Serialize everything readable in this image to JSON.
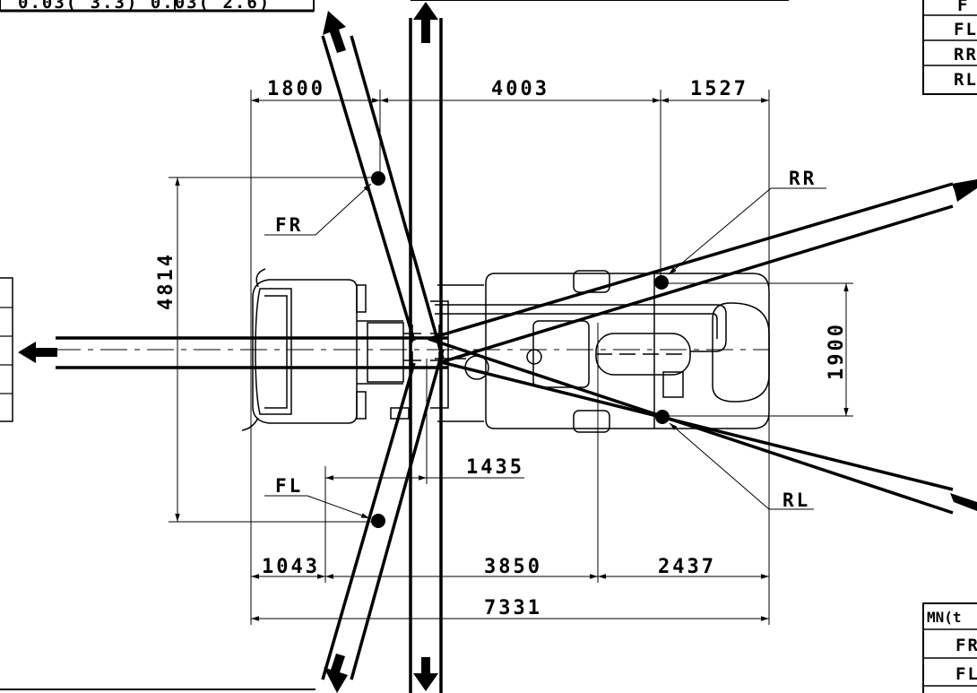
{
  "dimensions": {
    "front_overhang": "1800",
    "wheelbase_top": "4003",
    "rear_top": "1527",
    "outrigger_span": "4814",
    "track_width": "1900",
    "outrigger_offset": "1435",
    "front_bottom": "1043",
    "mid_bottom": "3850",
    "rear_bottom": "2437",
    "overall_length": "7331"
  },
  "outrigger_labels": {
    "front_right": "FR",
    "front_left": "FL",
    "rear_right": "RR",
    "rear_left": "RL"
  },
  "top_left_table": {
    "row": "0.03( 3.3) 0.03( 2.6)"
  },
  "top_right_table": {
    "rows": [
      "F",
      "FL",
      "RR",
      "RL"
    ]
  },
  "bottom_right_table": {
    "header": "MN(t",
    "rows": [
      "FR",
      "FL",
      ""
    ]
  }
}
